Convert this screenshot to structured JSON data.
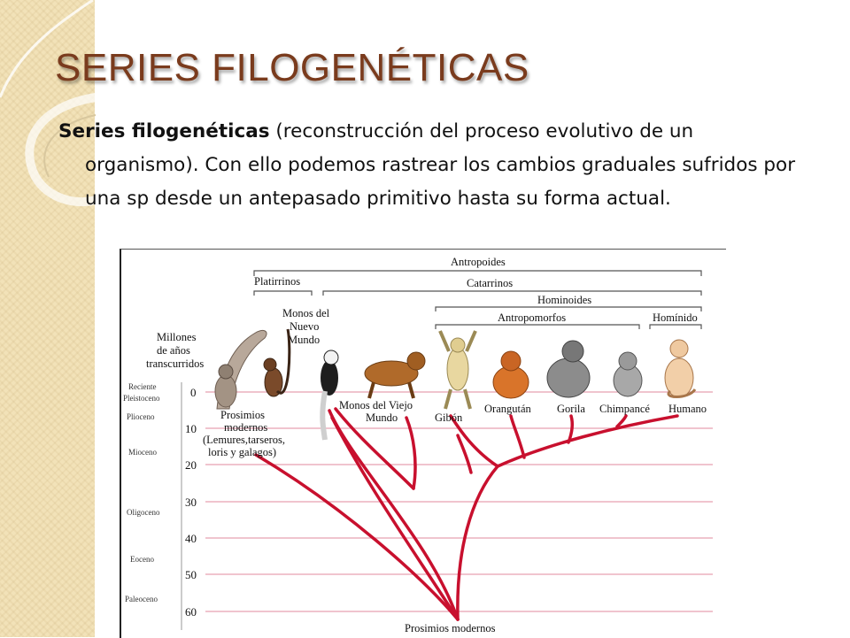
{
  "slide": {
    "title": "SERIES FILOGENÉTICAS",
    "paragraph_bold": "Series filogenéticas",
    "paragraph_rest": " (reconstrucción del proceso evolutivo de un organismo). Con ello podemos rastrear los cambios graduales sufridos por una sp desde un antepasado primitivo hasta su forma actual."
  },
  "diagram": {
    "group_labels": {
      "antropoides": "Antropoides",
      "platirrinos": "Platirrinos",
      "catarrinos": "Catarrinos",
      "hominoides": "Hominoides",
      "antropomorfos": "Antropomorfos",
      "hominido": "Homínido",
      "monos_nuevo_mundo": [
        "Monos del",
        "Nuevo",
        "Mundo"
      ]
    },
    "axis_title": [
      "Millones",
      "de años",
      "transcurridos"
    ],
    "time_ticks": [
      "0",
      "10",
      "20",
      "30",
      "40",
      "50",
      "60"
    ],
    "epochs": [
      "Reciente",
      "Pleistoceno",
      "Plioceno",
      "Mioceno",
      "Oligoceno",
      "Eoceno",
      "Paleoceno"
    ],
    "taxa": {
      "prosimios_modernos": [
        "Prosimios",
        "modernos",
        "(Lemures,tarseros,",
        "loris y galagos)"
      ],
      "monos_viejo_mundo": [
        "Monos del Viejo",
        "Mundo"
      ],
      "gibon": "Gibón",
      "orangutan": "Orangután",
      "gorila": "Gorila",
      "chimpance": "Chimpancé",
      "humano": "Humano"
    },
    "root_label": "Prosimios modernos",
    "colors": {
      "lines": "#c8102e",
      "grid": "#e8a0b0",
      "title": "#7a3b1d"
    }
  }
}
